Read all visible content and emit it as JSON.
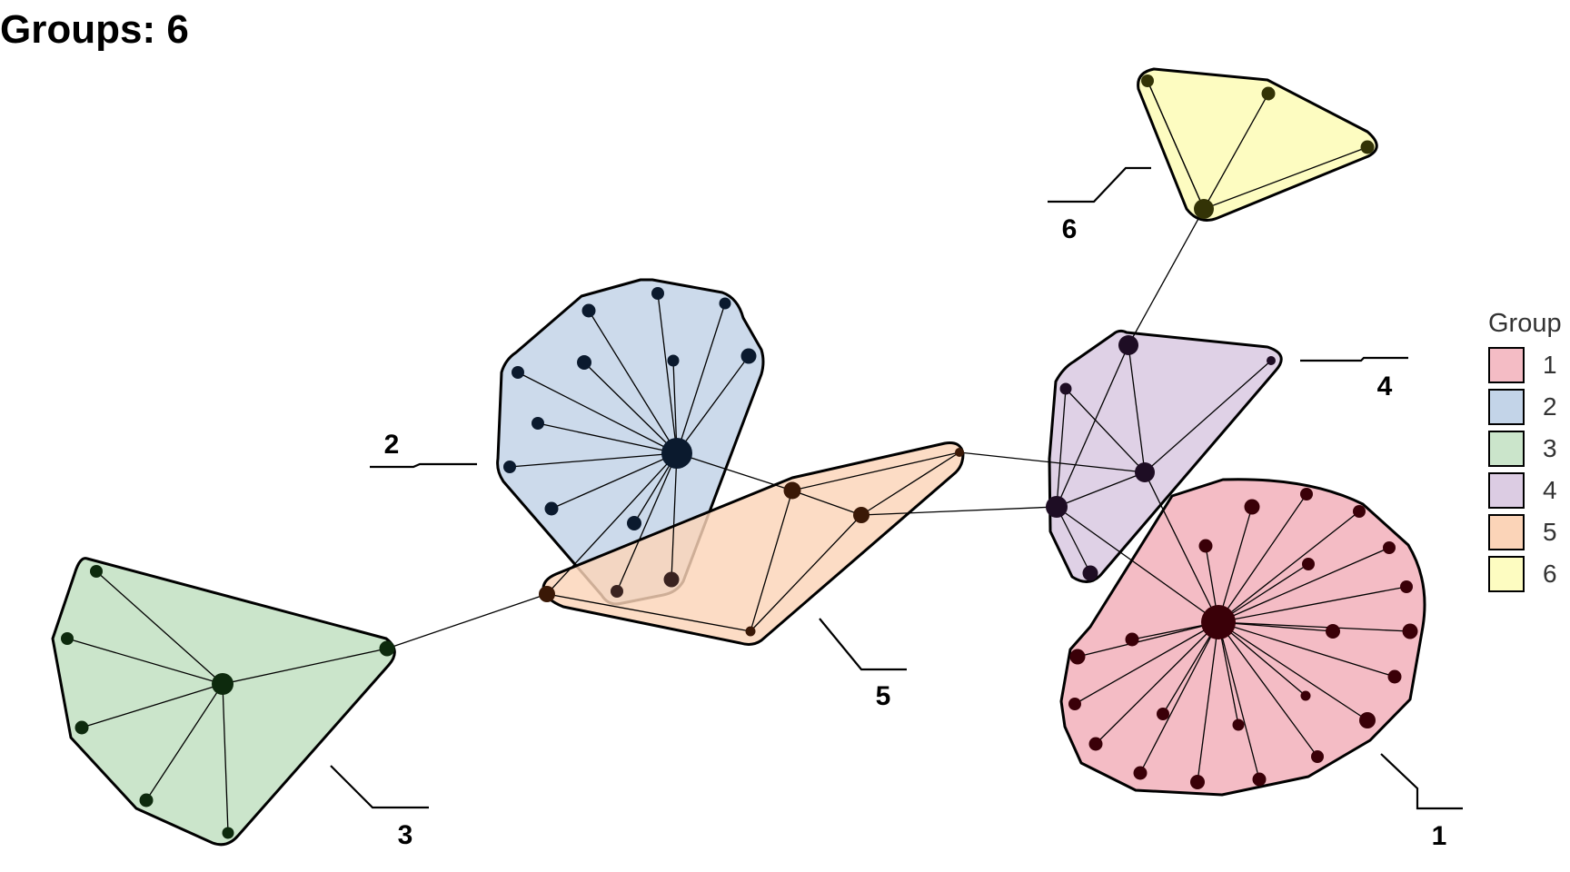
{
  "title": "Groups: 6",
  "legend": {
    "title": "Group",
    "items": [
      {
        "label": "1",
        "color": "#f4bcc5"
      },
      {
        "label": "2",
        "color": "#c3d4e8"
      },
      {
        "label": "3",
        "color": "#cbe5cb"
      },
      {
        "label": "4",
        "color": "#dccce3"
      },
      {
        "label": "5",
        "color": "#fbd4b8"
      },
      {
        "label": "6",
        "color": "#fdfcc1"
      }
    ]
  },
  "groups": [
    {
      "id": "1",
      "label": "1",
      "fill": "#f4bcc5",
      "node_color": "#3a0008"
    },
    {
      "id": "2",
      "label": "2",
      "fill": "#c3d4e8",
      "node_color": "#0b1a2e"
    },
    {
      "id": "3",
      "label": "3",
      "fill": "#cbe5cb",
      "node_color": "#0d2a0d"
    },
    {
      "id": "4",
      "label": "4",
      "fill": "#dccce3",
      "node_color": "#1e0d24"
    },
    {
      "id": "5",
      "label": "5",
      "fill": "#fbd4b8",
      "node_color": "#3a1806"
    },
    {
      "id": "6",
      "label": "6",
      "fill": "#fdfcc1",
      "node_color": "#333306"
    }
  ]
}
